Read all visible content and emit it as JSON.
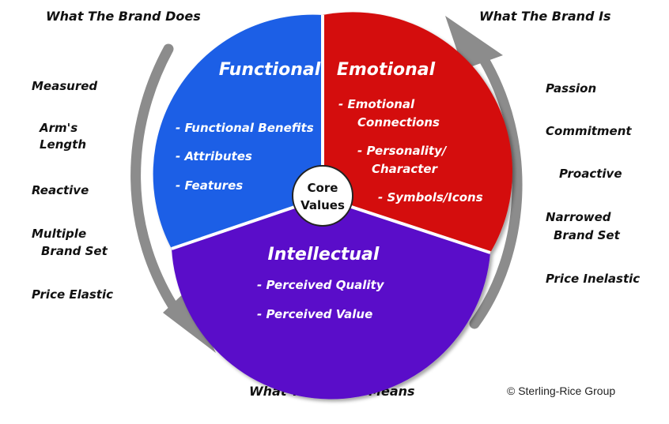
{
  "corners": {
    "top_left": "What The Brand Does",
    "top_right": "What The Brand Is",
    "bottom": "What The Brand Means"
  },
  "left_list": [
    "Measured",
    "Arm's",
    "Length",
    "Reactive",
    "Multiple",
    "Brand Set",
    "Price Elastic"
  ],
  "right_list": [
    "Passion",
    "Commitment",
    "Proactive",
    "Narrowed",
    "Brand Set",
    "Price Inelastic"
  ],
  "segments": {
    "functional": {
      "title": "Functional",
      "color": "#1a5fe6",
      "items": [
        "- Functional Benefits",
        "- Attributes",
        "- Features"
      ]
    },
    "emotional": {
      "title": "Emotional",
      "color": "#d4100e",
      "items": [
        "- Emotional",
        "Connections",
        "- Personality/",
        "Character",
        "- Symbols/Icons"
      ]
    },
    "intellectual": {
      "title": "Intellectual",
      "color": "#5a11c9",
      "items": [
        "- Perceived Quality",
        "- Perceived Value"
      ]
    }
  },
  "core": [
    "Core",
    "Values"
  ],
  "credit": "© Sterling-Rice Group",
  "arrow_color": "#8c8c8c"
}
